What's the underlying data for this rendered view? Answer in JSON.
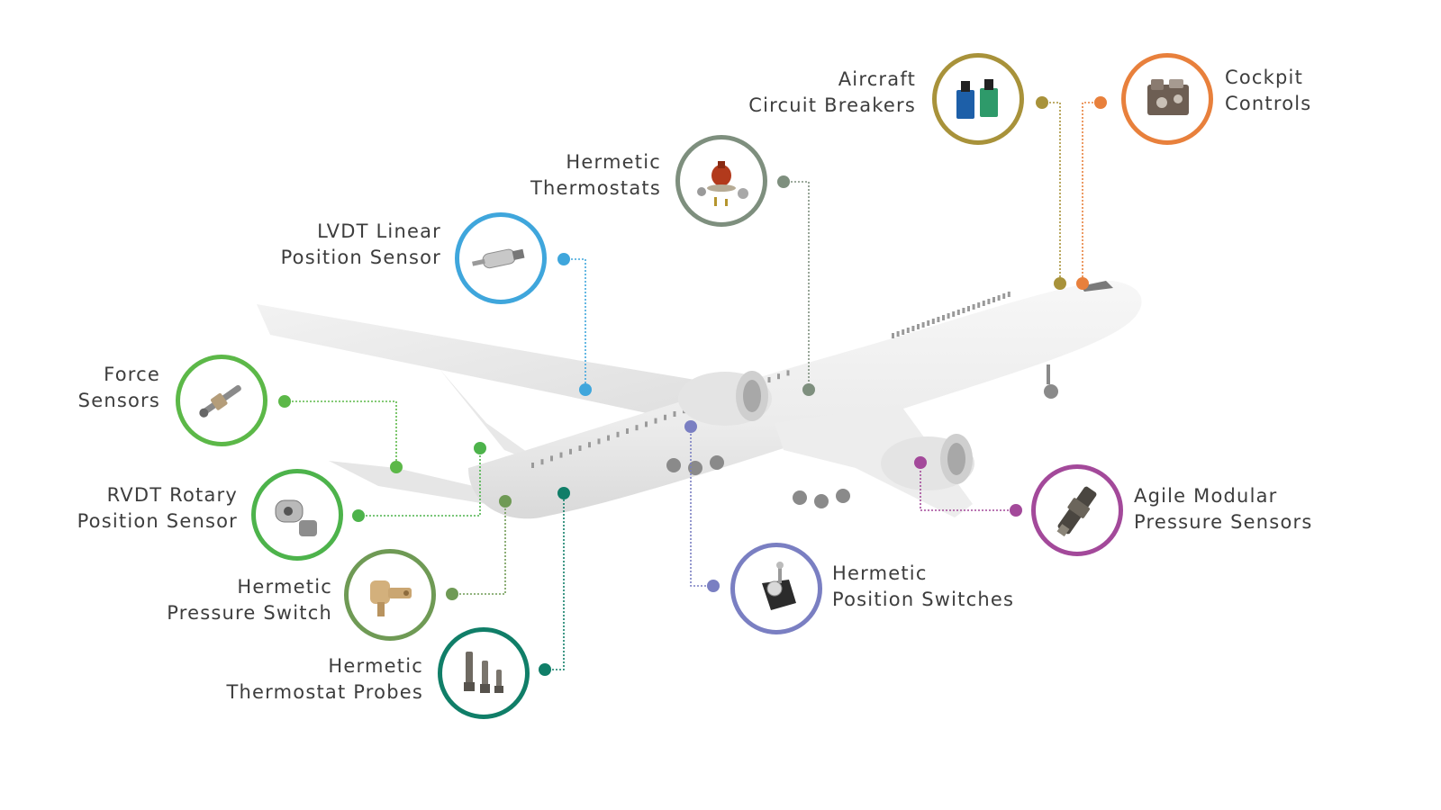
{
  "colors": {
    "circuit_breakers": "#a8923a",
    "cockpit_controls": "#e8803c",
    "thermostats": "#7e8f7e",
    "lvdt": "#3fa6dc",
    "force": "#5cb848",
    "rvdt": "#4db34b",
    "pressure_switch": "#6f9a55",
    "thermostat_probes": "#107e68",
    "position_switches": "#7a7fc2",
    "agile_modular": "#a3499a",
    "aircraft_body": "#ececec"
  },
  "callouts": [
    {
      "key": "circuit_breakers",
      "line1": "Aircraft",
      "line2": "Circuit Breakers",
      "icon": "circuit-breaker-icon"
    },
    {
      "key": "cockpit_controls",
      "line1": "Cockpit",
      "line2": "Controls",
      "icon": "cockpit-control-icon"
    },
    {
      "key": "thermostats",
      "line1": "Hermetic",
      "line2": "Thermostats",
      "icon": "thermostat-icon"
    },
    {
      "key": "lvdt",
      "line1": "LVDT Linear",
      "line2": "Position Sensor",
      "icon": "lvdt-sensor-icon"
    },
    {
      "key": "force",
      "line1": "Force",
      "line2": "Sensors",
      "icon": "force-sensor-icon"
    },
    {
      "key": "rvdt",
      "line1": "RVDT Rotary",
      "line2": "Position Sensor",
      "icon": "rvdt-sensor-icon"
    },
    {
      "key": "pressure_switch",
      "line1": "Hermetic",
      "line2": "Pressure Switch",
      "icon": "pressure-switch-icon"
    },
    {
      "key": "thermostat_probes",
      "line1": "Hermetic",
      "line2": "Thermostat Probes",
      "icon": "thermostat-probe-icon"
    },
    {
      "key": "position_switches",
      "line1": "Hermetic",
      "line2": "Position Switches",
      "icon": "position-switch-icon"
    },
    {
      "key": "agile_modular",
      "line1": "Agile Modular",
      "line2": "Pressure Sensors",
      "icon": "pressure-sensor-icon"
    }
  ]
}
